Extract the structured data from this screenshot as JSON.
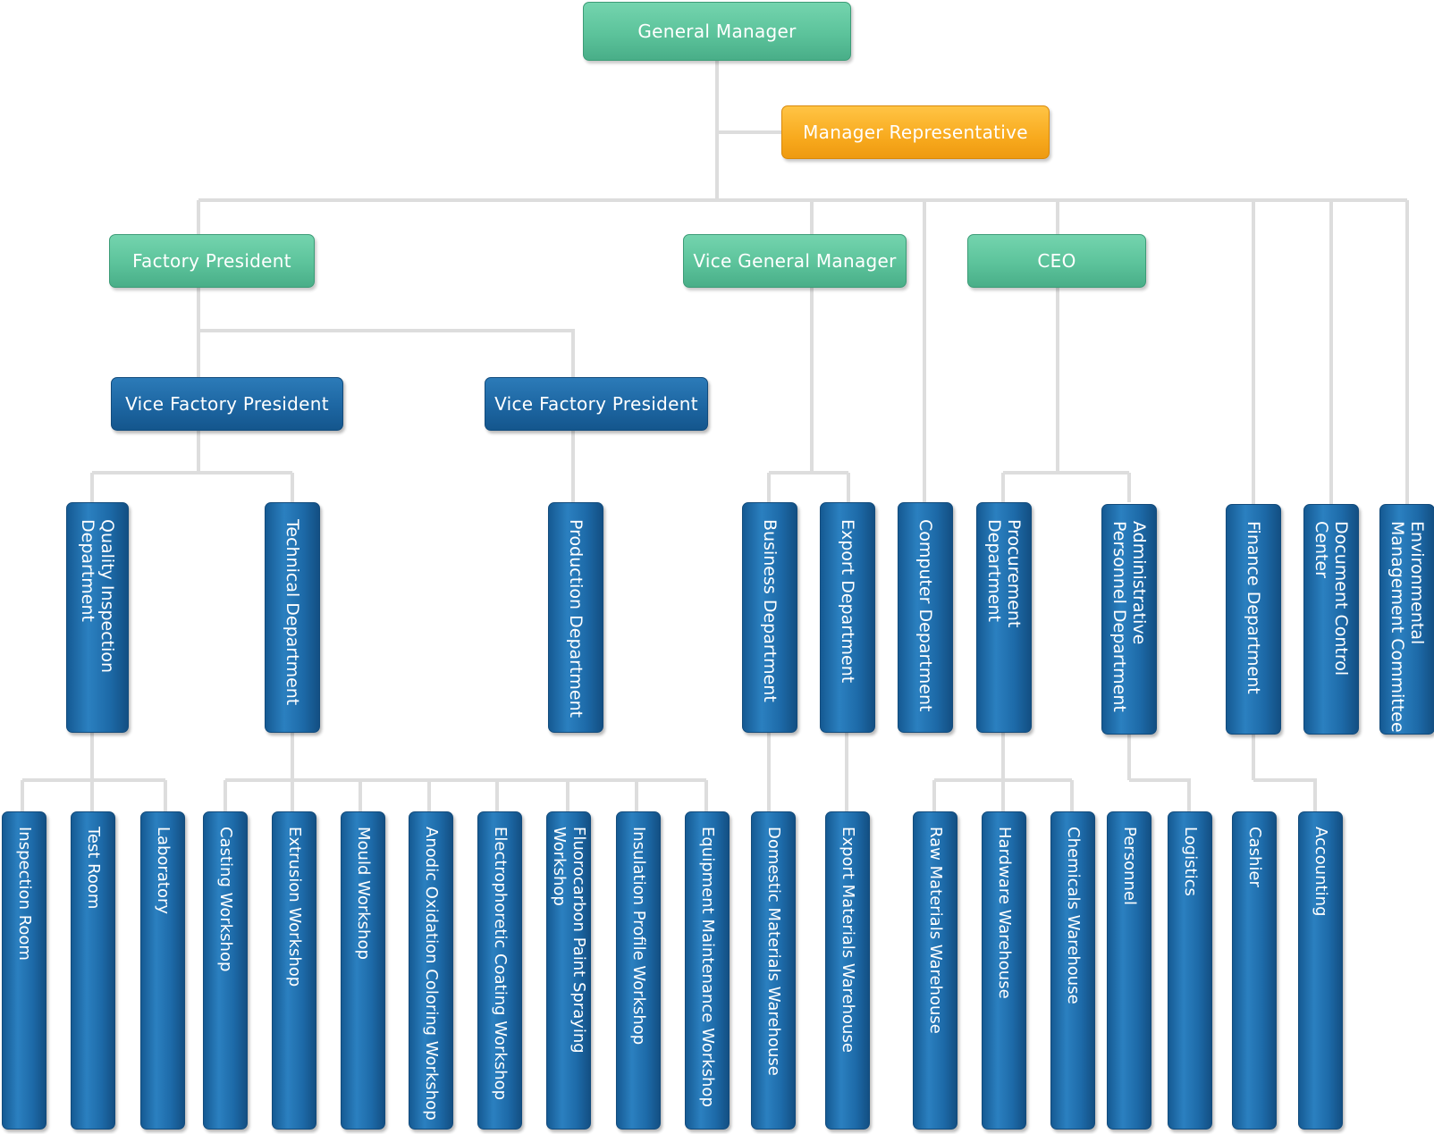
{
  "colors": {
    "green": "#5cc39b",
    "orange": "#f8aa1e",
    "blue": "#1d66a2",
    "connector": "#dddddd"
  },
  "top": {
    "general_manager": "General Manager",
    "manager_representative": "Manager Representative"
  },
  "level2": {
    "factory_president": "Factory President",
    "vice_general_manager": "Vice General Manager",
    "ceo": "CEO"
  },
  "level3": {
    "vice_factory_president_1": "Vice Factory President",
    "vice_factory_president_2": "Vice Factory President"
  },
  "departments": [
    "Quality Inspection\nDepartment",
    "Technical Department",
    "Production Department",
    "Business Department",
    "Export Department",
    "Computer Department",
    "Procurement Department",
    "Administrative\nPersonnel Department",
    "Finance Department",
    "Document Control Center",
    "Environmental\nManagement Committee"
  ],
  "units": [
    "Inspection Room",
    "Test Room",
    "Laboratory",
    "Casting Workshop",
    "Extrusion Workshop",
    "Mould Workshop",
    "Anodic Oxidation Coloring Workshop",
    "Electrophoretic Coating Workshop",
    "Fluorocarbon Paint Spraying Workshop",
    "Insulation Profile Workshop",
    "Equipment Maintenance Workshop",
    "Domestic Materials Warehouse",
    "Export Materials Warehouse",
    "Raw Materials Warehouse",
    "Hardware Warehouse",
    "Chemicals Warehouse",
    "Personnel",
    "Logistics",
    "Cashier",
    "Accounting"
  ]
}
